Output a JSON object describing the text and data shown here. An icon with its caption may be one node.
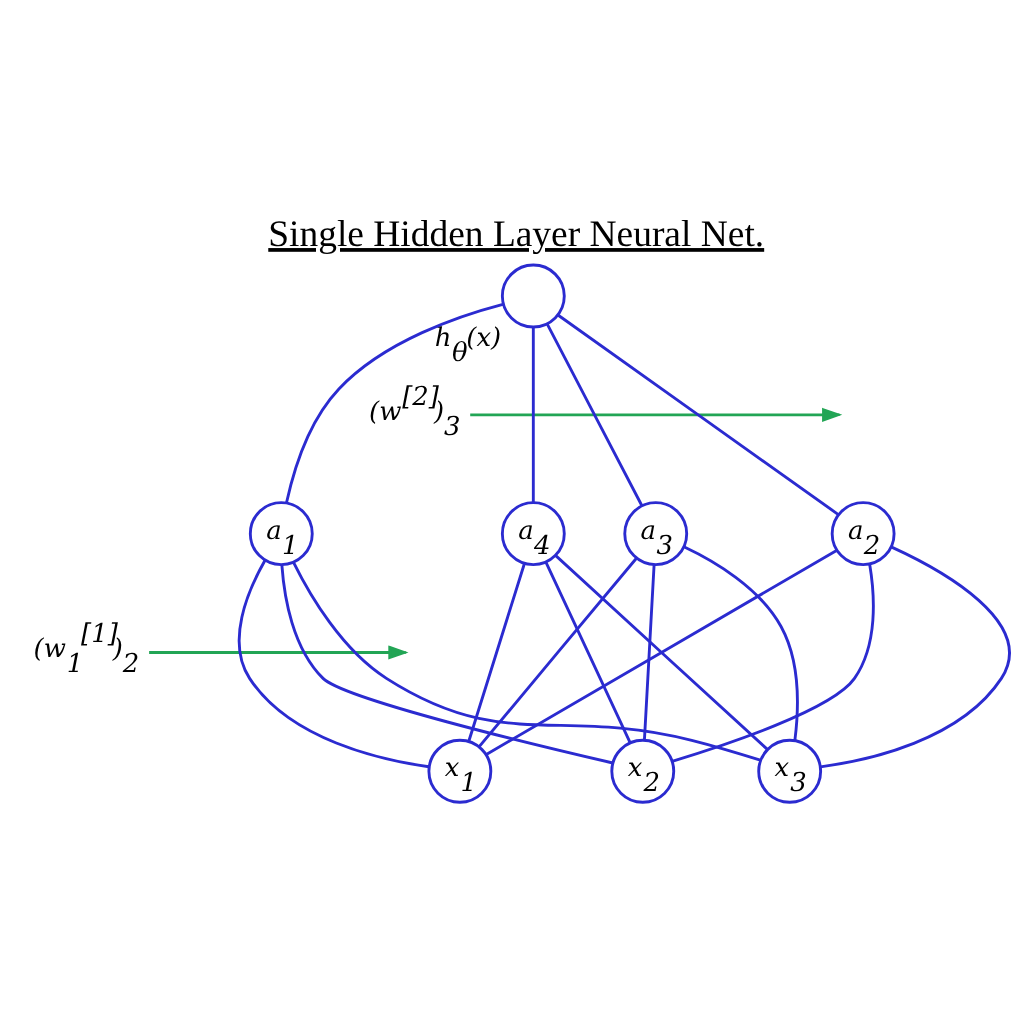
{
  "diagram": {
    "title": "Single Hidden Layer Neural Net.",
    "nodes": [
      {
        "text": [
          "h$_{θ}$(x)"
        ]
      },
      {
        "text": [
          "(w$^{[2]}$)$_{3}$"
        ]
      },
      {
        "text": [
          "a$_{1}$"
        ]
      },
      {
        "text": [
          "a$_{2}$"
        ]
      },
      {
        "text": [
          "a$_{3}$"
        ]
      },
      {
        "text": [
          "a$_{4}$"
        ]
      },
      {
        "text": [
          "(w$_{1}$$^{[1]}$)$_{2}$"
        ]
      },
      {
        "text": [
          "x$_{1}$"
        ]
      },
      {
        "text": [
          "x$_{2}$"
        ]
      },
      {
        "text": [
          "x$_{3}$"
        ]
      }
    ],
    "edges": [
      {
        "from": 2,
        "to": 0,
        "arrow": "none"
      },
      {
        "from": 3,
        "to": 0,
        "arrow": "none"
      },
      {
        "from": 4,
        "to": 0,
        "arrow": "none"
      },
      {
        "from": 5,
        "to": 0,
        "arrow": "none"
      },
      {
        "from": 1,
        "to": null,
        "arrow": "to",
        "color": "#22a555"
      },
      {
        "from": 7,
        "to": 2,
        "arrow": "none"
      },
      {
        "from": 7,
        "to": 3,
        "arrow": "none"
      },
      {
        "from": 7,
        "to": 4,
        "arrow": "none"
      },
      {
        "from": 7,
        "to": 5,
        "arrow": "none"
      },
      {
        "from": 8,
        "to": 2,
        "arrow": "none"
      },
      {
        "from": 8,
        "to": 3,
        "arrow": "none"
      },
      {
        "from": 8,
        "to": 4,
        "arrow": "none"
      },
      {
        "from": 8,
        "to": 5,
        "arrow": "none"
      },
      {
        "from": 9,
        "to": 2,
        "arrow": "none"
      },
      {
        "from": 9,
        "to": 3,
        "arrow": "none"
      },
      {
        "from": 9,
        "to": 4,
        "arrow": "none"
      },
      {
        "from": 9,
        "to": 5,
        "arrow": "none"
      },
      {
        "from": 6,
        "to": null,
        "arrow": "to",
        "color": "#22a555"
      }
    ]
  }
}
